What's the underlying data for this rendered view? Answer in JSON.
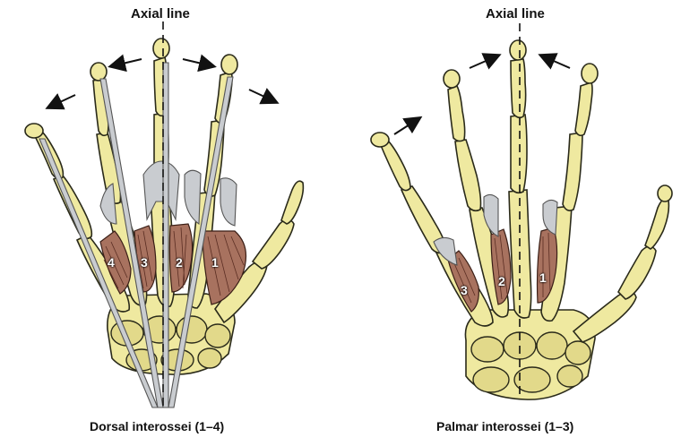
{
  "left_panel": {
    "axis_title": "Axial line",
    "caption": "Dorsal interossei (1–4)",
    "labels": [
      "1",
      "2",
      "3",
      "4"
    ]
  },
  "right_panel": {
    "axis_title": "Axial line",
    "caption": "Palmar interossei (1–3)",
    "labels": [
      "1",
      "2",
      "3"
    ]
  },
  "colors": {
    "bone": "#efe9a0",
    "muscle": "#a8725f",
    "tendon": "#c9ccd0",
    "outline": "#2a2a1a"
  }
}
